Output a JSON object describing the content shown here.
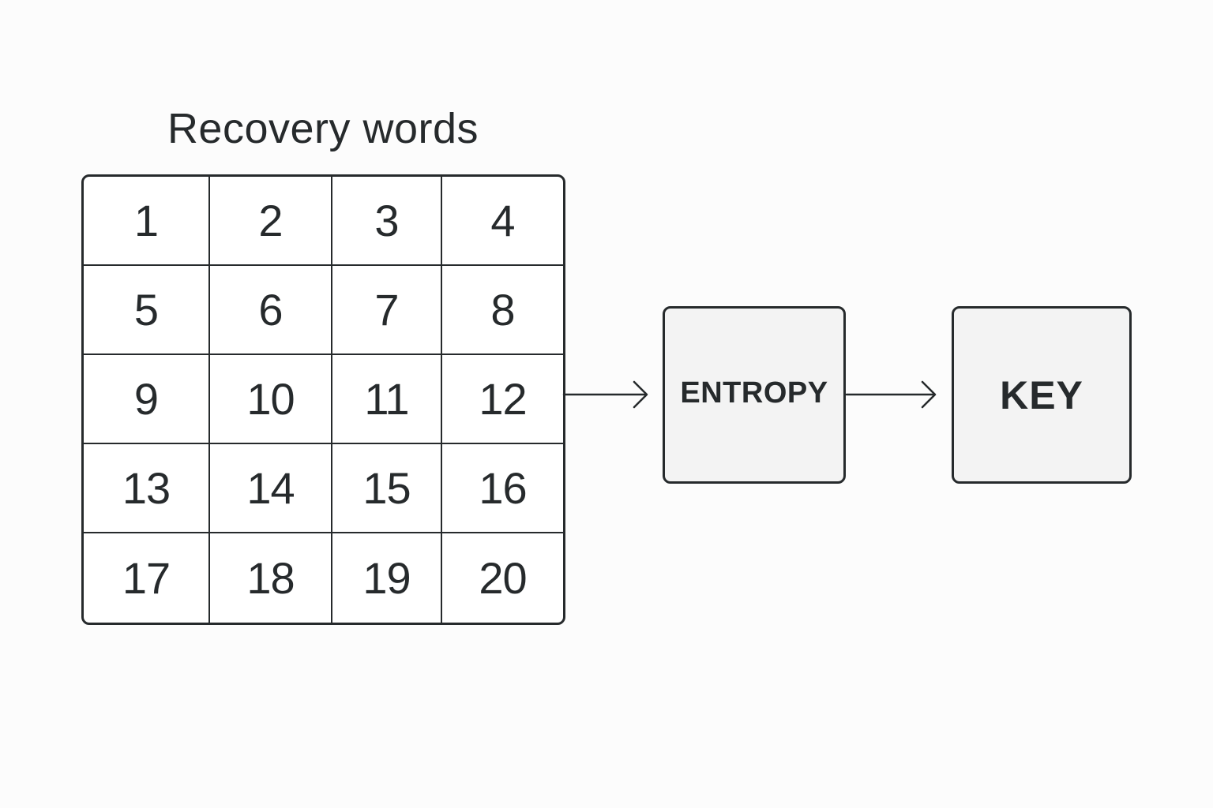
{
  "diagram": {
    "title": "Recovery words",
    "words": [
      "1",
      "2",
      "3",
      "4",
      "5",
      "6",
      "7",
      "8",
      "9",
      "10",
      "11",
      "12",
      "13",
      "14",
      "15",
      "16",
      "17",
      "18",
      "19",
      "20"
    ],
    "entropy_label": "ENTROPY",
    "key_label": "KEY",
    "colors": {
      "stroke": "#262a2c",
      "box_fill": "#f3f3f3",
      "background": "#fcfcfc"
    }
  }
}
